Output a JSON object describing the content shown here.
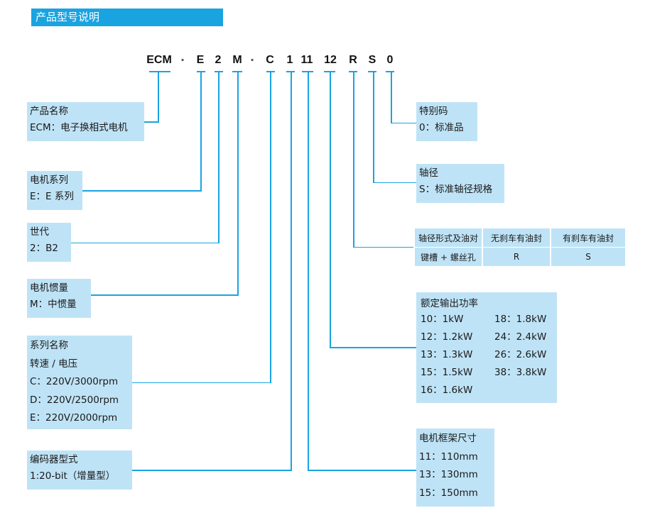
{
  "title": "产品型号说明",
  "code": {
    "parts": [
      "ECM",
      "E",
      "2",
      "M",
      "C",
      "1",
      "11",
      "12",
      "R",
      "S",
      "0"
    ],
    "sep": "·"
  },
  "boxes": {
    "product_name": [
      "产品名称",
      "ECM：电子换相式电机"
    ],
    "motor_series": [
      "电机系列",
      "E：E 系列"
    ],
    "generation": [
      "世代",
      "2：B2"
    ],
    "inertia": [
      "电机惯量",
      "M：中惯量"
    ],
    "series_name": [
      "系列名称",
      "转速 / 电压",
      "C：220V/3000rpm",
      "D：220V/2500rpm",
      "E：220V/2000rpm"
    ],
    "encoder": [
      "编码器型式",
      "1:20-bit（增量型）"
    ],
    "special": [
      "特别码",
      "0：标准品"
    ],
    "shaft": [
      "轴径",
      "S：标准轴径规格"
    ],
    "frame": [
      "电机框架尺寸",
      "11：110mm",
      "13：130mm",
      "15：150mm"
    ]
  },
  "shaft_table": {
    "headers": [
      "轴径形式及油对",
      "无刹车有油封",
      "有刹车有油封"
    ],
    "row": [
      "键槽 + 螺丝孔",
      "R",
      "S"
    ]
  },
  "power": {
    "title": "额定输出功率",
    "left": [
      "10：1kW",
      "12：1.2kW",
      "13：1.3kW",
      "15：1.5kW",
      "16：1.6kW"
    ],
    "right": [
      "18：1.8kW",
      "24：2.4kW",
      "26：2.6kW",
      "38：3.8kW"
    ]
  }
}
